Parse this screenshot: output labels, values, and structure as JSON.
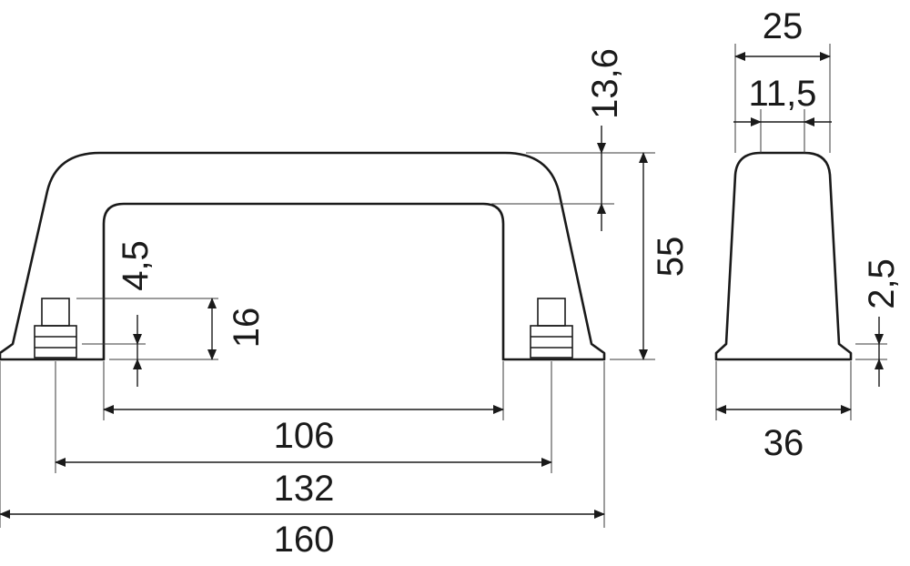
{
  "dimensions": {
    "overall_length": "160",
    "hole_spacing": "132",
    "inner_opening": "106",
    "height": "55",
    "grip_thickness": "13,6",
    "post_height": "16",
    "post_gap": "4,5",
    "top_width": "25",
    "inner_top_width": "11,5",
    "base_width": "36",
    "base_thickness": "2,5"
  },
  "colors": {
    "line": "#1a1a1a",
    "background": "#ffffff"
  }
}
